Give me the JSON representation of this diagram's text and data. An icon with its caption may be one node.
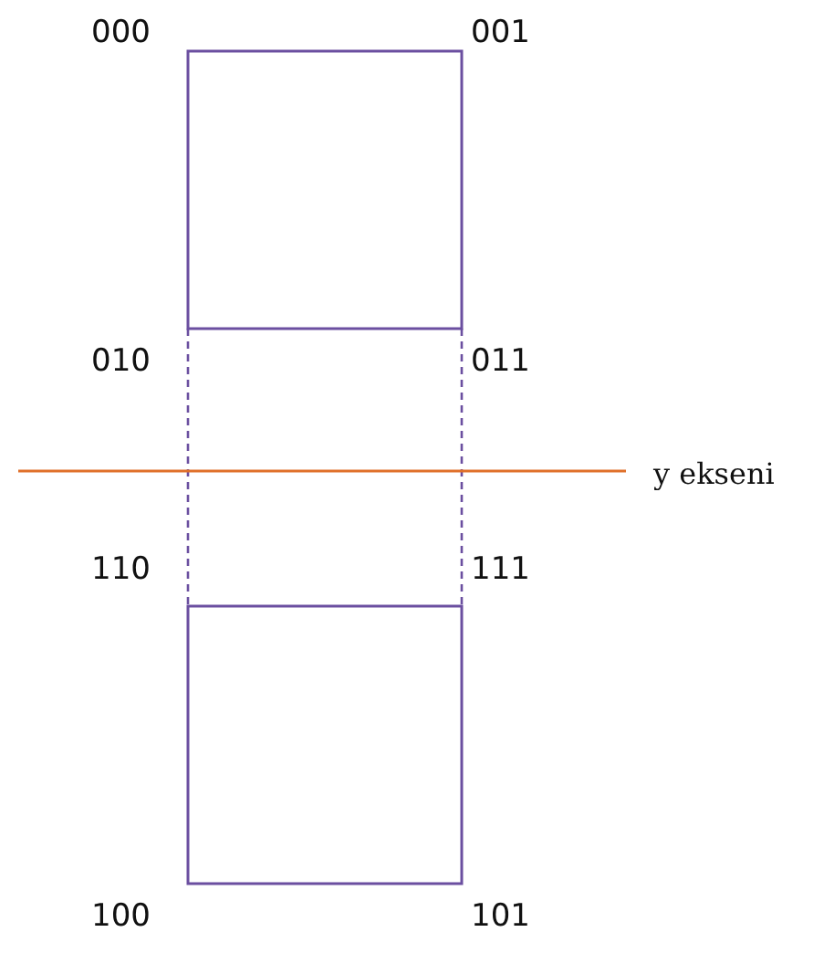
{
  "diagram": {
    "labels": [
      "000",
      "001",
      "010",
      "011",
      "y ekseni",
      "110",
      "111",
      "100",
      "101"
    ]
  }
}
